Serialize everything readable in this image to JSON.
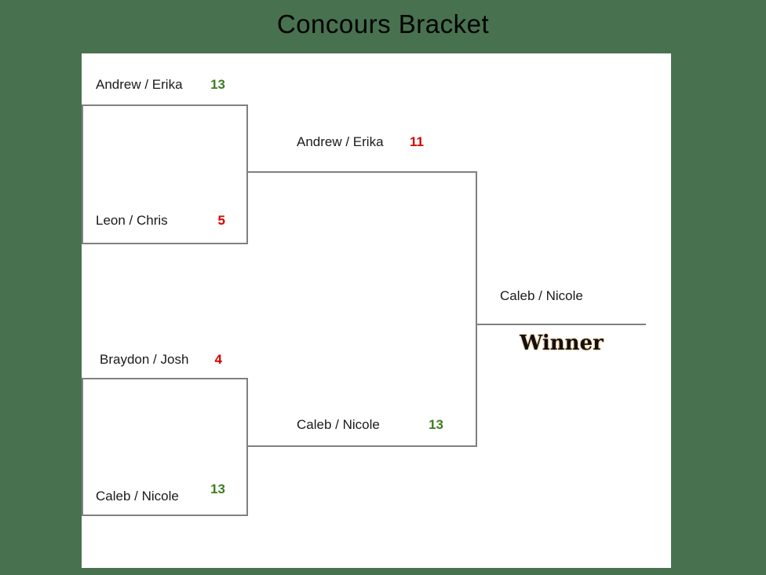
{
  "title": "Concours Bracket",
  "winner_label": "Winner",
  "colors": {
    "background": "#48714f",
    "sheet": "#ffffff",
    "line": "#808080",
    "text": "#1a1a1a",
    "title": "#000000",
    "win": "#3d7d21",
    "loss": "#da0000",
    "winner_glow": "#de8a22"
  },
  "rounds": [
    {
      "name": "round-1",
      "matches": [
        {
          "slots": [
            {
              "name": "Andrew / Erika",
              "score": "13",
              "result": "win"
            },
            {
              "name": "Leon / Chris",
              "score": "5",
              "result": "loss"
            }
          ]
        },
        {
          "slots": [
            {
              "name": "Braydon / Josh",
              "score": "4",
              "result": "loss"
            },
            {
              "name": "Caleb / Nicole",
              "score": "13",
              "result": "win"
            }
          ]
        }
      ]
    },
    {
      "name": "semifinal",
      "matches": [
        {
          "slots": [
            {
              "name": "Andrew / Erika",
              "score": "11",
              "result": "loss"
            },
            {
              "name": "Caleb / Nicole",
              "score": "13",
              "result": "win"
            }
          ]
        }
      ]
    },
    {
      "name": "final",
      "champion": {
        "name": "Caleb / Nicole"
      }
    }
  ]
}
